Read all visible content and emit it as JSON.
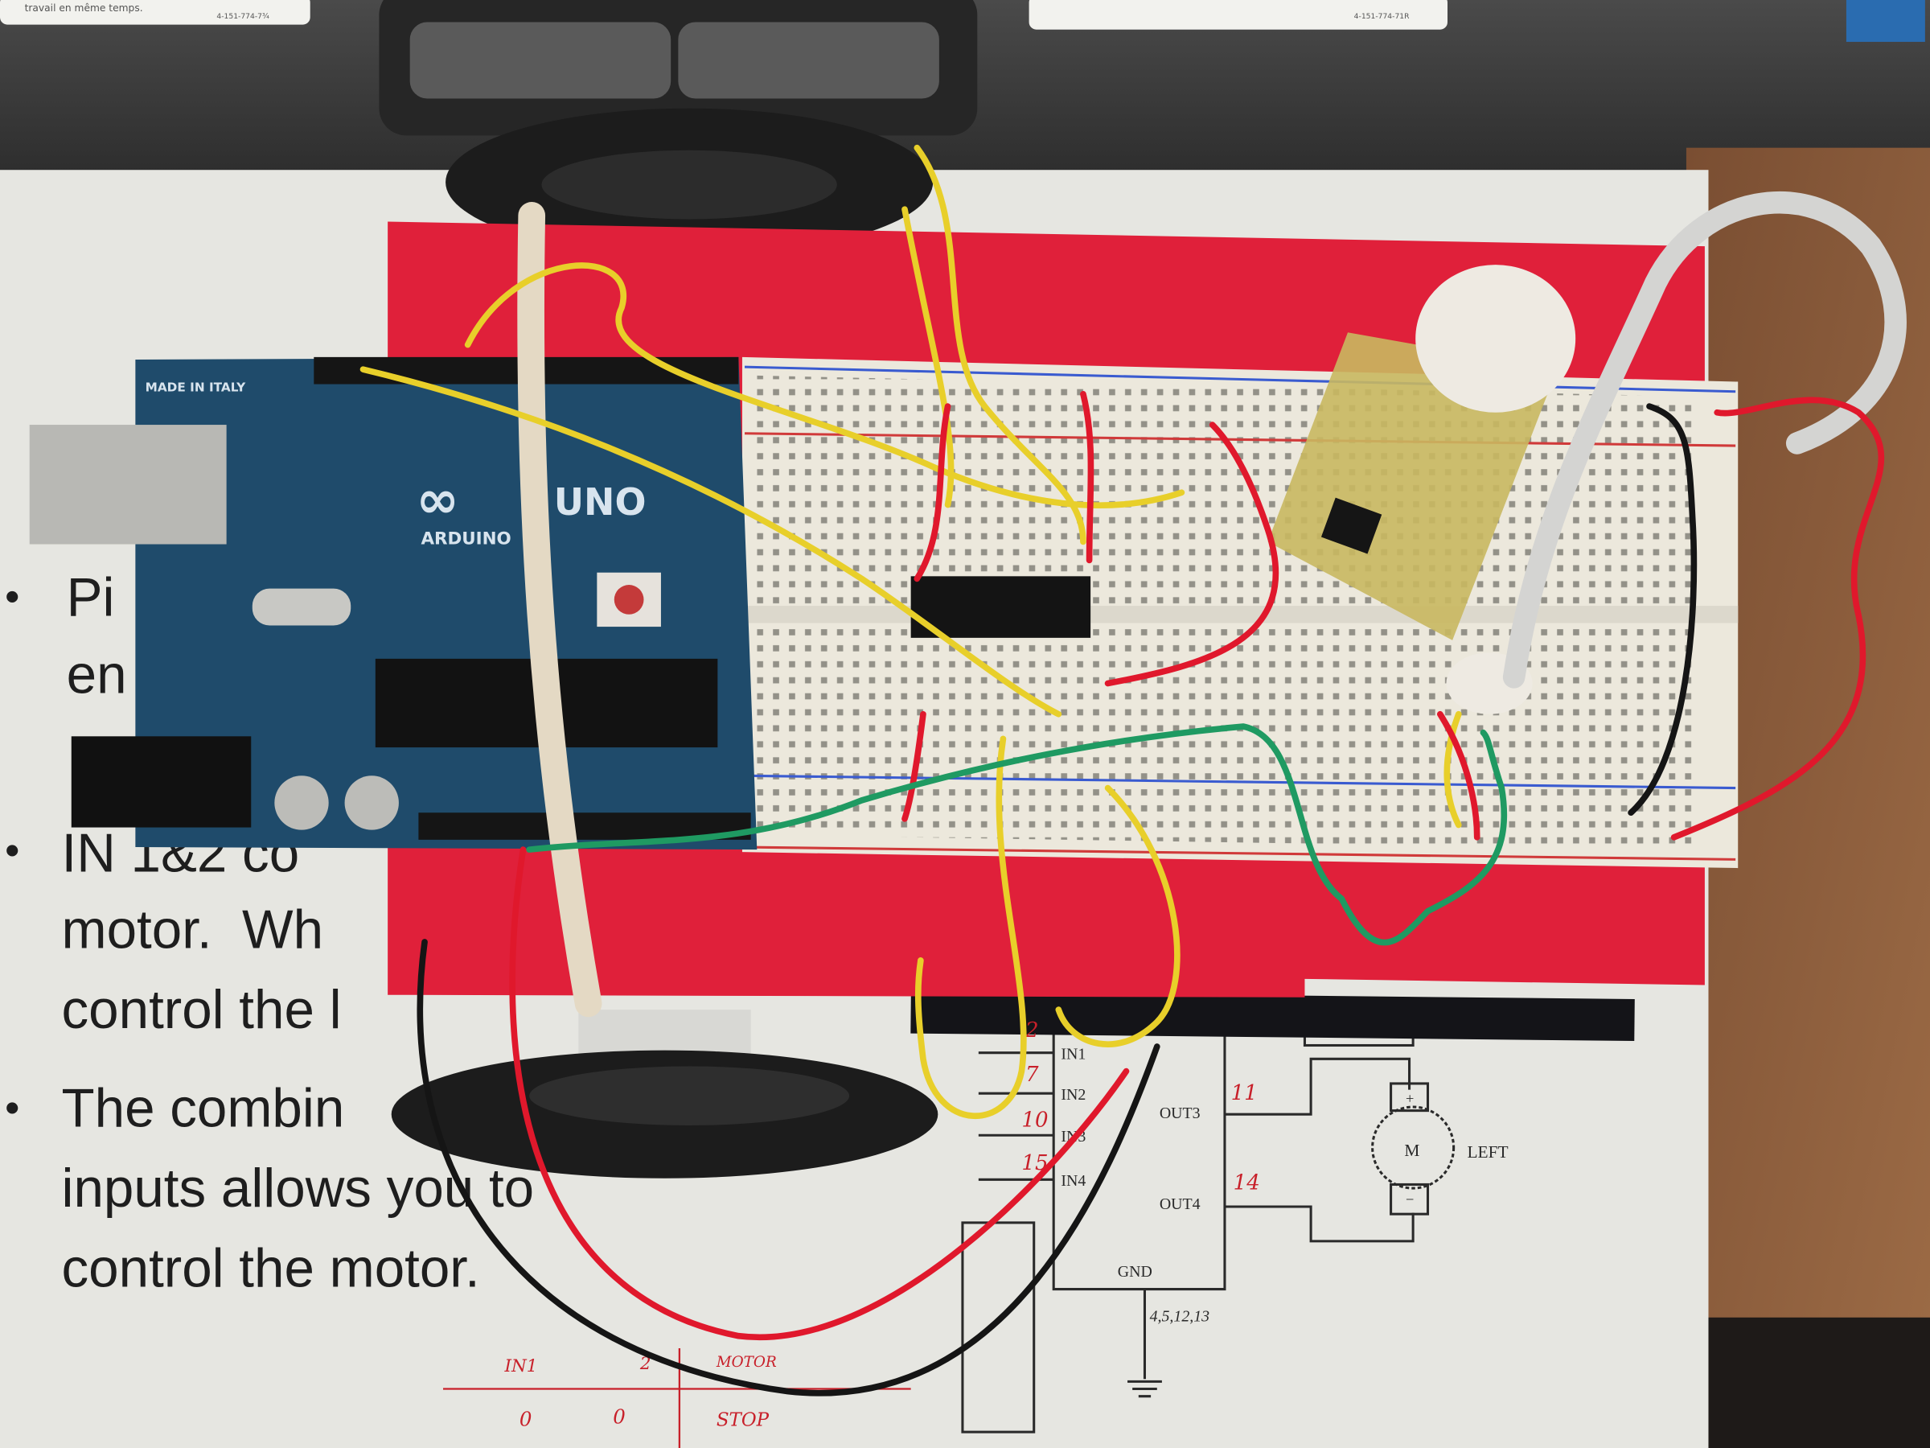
{
  "scene": {
    "description_type": "photo",
    "colors": {
      "laptop": "#3b3b3b",
      "paper": "#e6e6e1",
      "desk": "#8c5a38",
      "foam_board": "#e0203a",
      "breadboard": "#ece8dc",
      "arduino_pcb": "#1f4b6b",
      "wire_yellow": "#e8cf2a",
      "wire_red": "#e0182c",
      "wire_green": "#1f9a62",
      "wire_black": "#151515",
      "ribbon_cable": "#d4d4d2"
    }
  },
  "stickers": {
    "left_text": "travail en même temps.",
    "left_code": "4-151-774-7¾",
    "right_code": "4-151-774-71R"
  },
  "paper": {
    "bullets": [
      {
        "lines": [
          "Pi",
          "en"
        ]
      },
      {
        "lines": [
          "IN 1&2 co",
          "motor.  Wh",
          "control the l"
        ]
      },
      {
        "lines": [
          "The combin",
          "inputs allows you to",
          "control the motor."
        ]
      }
    ]
  },
  "schematic": {
    "pins_in": [
      "IN1",
      "IN2",
      "IN3",
      "IN4"
    ],
    "pins_out": [
      "OUT3",
      "OUT4"
    ],
    "gnd": "GND",
    "motor_symbol": "M",
    "motor_plus": "+",
    "motor_minus": "−",
    "motor_label": "LEFT",
    "handwritten_pins": [
      "2",
      "7",
      "10",
      "15"
    ],
    "handwritten_out": [
      "11",
      "14"
    ],
    "handwritten_gnd": "4,5,12,13",
    "table": {
      "headers": [
        "IN1",
        "2",
        "MOTOR"
      ],
      "row": [
        "0",
        "0",
        "STOP"
      ]
    }
  },
  "arduino": {
    "made_in": "MADE IN ITALY",
    "brand": "ARDUINO",
    "model": "UNO"
  }
}
